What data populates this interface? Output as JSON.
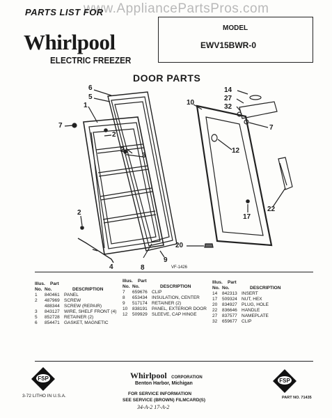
{
  "watermark": "www.AppliancePartsPros.com",
  "header": {
    "parts_list_for": "PARTS LIST FOR",
    "brand": "Whirlpool",
    "product": "ELECTRIC FREEZER",
    "model_label": "MODEL",
    "model_number": "EWV15BWR-0"
  },
  "section_title": "DOOR PARTS",
  "diagram": {
    "callouts": [
      "6",
      "5",
      "1",
      "7",
      "2",
      "2",
      "3",
      "2",
      "4",
      "8",
      "9",
      "10",
      "12",
      "14",
      "27",
      "32",
      "7",
      "22",
      "17",
      "20"
    ],
    "figure_code": "VF-1426"
  },
  "parts_table": {
    "headers": {
      "illus_line1": "Illus.",
      "part_line1": "Part",
      "no": "No.",
      "description": "DESCRIPTION"
    },
    "columns": [
      [
        {
          "illus": "1",
          "part": "840461",
          "desc": "PANEL"
        },
        {
          "illus": "2",
          "part": "487969",
          "desc": "SCREW"
        },
        {
          "illus": "",
          "part": "488344",
          "desc": "SCREW (REPAIR)"
        },
        {
          "illus": "3",
          "part": "843127",
          "desc": "WIRE, SHELF FRONT (4)"
        },
        {
          "illus": "5",
          "part": "852728",
          "desc": "RETAINER (2)"
        },
        {
          "illus": "6",
          "part": "854471",
          "desc": "GASKET, MAGNETIC"
        }
      ],
      [
        {
          "illus": "7",
          "part": "659676",
          "desc": "CLIP"
        },
        {
          "illus": "8",
          "part": "653434",
          "desc": "INSULATION, CENTER"
        },
        {
          "illus": "9",
          "part": "517174",
          "desc": "RETAINER (2)"
        },
        {
          "illus": "10",
          "part": "838191",
          "desc": "PANEL, EXTERIOR DOOR"
        },
        {
          "illus": "12",
          "part": "509929",
          "desc": "SLEEVE, CAP HINGE"
        }
      ],
      [
        {
          "illus": "14",
          "part": "842313",
          "desc": "INSERT"
        },
        {
          "illus": "17",
          "part": "509324",
          "desc": "NUT, HEX"
        },
        {
          "illus": "20",
          "part": "834927",
          "desc": "PLUG, HOLE"
        },
        {
          "illus": "22",
          "part": "836646",
          "desc": "HANDLE"
        },
        {
          "illus": "27",
          "part": "837577",
          "desc": "NAMEPLATE"
        },
        {
          "illus": "32",
          "part": "659677",
          "desc": "CLIP"
        }
      ]
    ]
  },
  "footer": {
    "print_code": "3-72  LITHO IN U.S.A.",
    "company_brand": "Whirlpool",
    "company_suffix": "CORPORATION",
    "city": "Benton Harbor, Michigan",
    "service_line1": "FOR SERVICE INFORMATION",
    "service_line2": "SEE SERVICE (BROWN) FILMCARD(S)",
    "handwritten": "34-A-2  17-A-2",
    "part_no": "PART NO. 71435",
    "badge_text": "FSP"
  }
}
